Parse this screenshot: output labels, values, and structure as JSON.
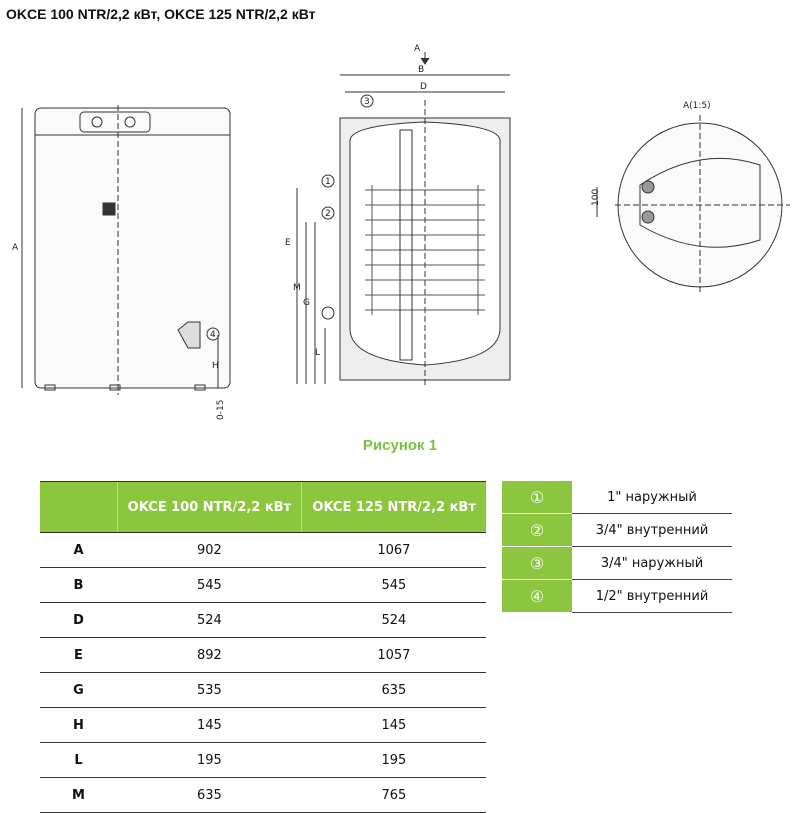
{
  "title": "OKCE 100 NTR/2,2 кВт, OKCE 125 NTR/2,2 кВт",
  "figure_caption": "Рисунок 1",
  "drawing_labels": {
    "A": "A",
    "B": "B",
    "D": "D",
    "E": "E",
    "M": "M",
    "G": "G",
    "L": "L",
    "H": "H",
    "zero15": "0-15",
    "view_arrow": "A",
    "detail": "A(1:5)",
    "dim100": "100",
    "c1": "1",
    "c2": "2",
    "c3": "3",
    "c4": "4"
  },
  "dims_table": {
    "headers": [
      "",
      "OKCE 100 NTR/2,2 кВт",
      "OKCE 125 NTR/2,2 кВт"
    ],
    "rows": [
      [
        "A",
        "902",
        "1067"
      ],
      [
        "B",
        "545",
        "545"
      ],
      [
        "D",
        "524",
        "524"
      ],
      [
        "E",
        "892",
        "1057"
      ],
      [
        "G",
        "535",
        "635"
      ],
      [
        "H",
        "145",
        "145"
      ],
      [
        "L",
        "195",
        "195"
      ],
      [
        "M",
        "635",
        "765"
      ]
    ]
  },
  "connections_table": [
    [
      "①",
      "1\" наружный"
    ],
    [
      "②",
      "3/4\" внутренний"
    ],
    [
      "③",
      "3/4\" наружный"
    ],
    [
      "④",
      "1/2\" внутренний"
    ]
  ],
  "colors": {
    "accent": "#8cc63f",
    "caption": "#7cc142"
  }
}
